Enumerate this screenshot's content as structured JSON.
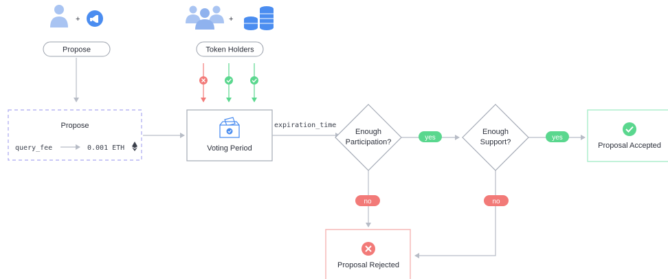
{
  "actors": {
    "proposer_pill": "Propose",
    "token_holders_pill": "Token Holders"
  },
  "nodes": {
    "propose_box": {
      "title": "Propose",
      "fee_label": "query_fee",
      "fee_value": "0.001 ETH"
    },
    "voting_period": "Voting Period",
    "expiration_label": "expiration_time",
    "participation_check": [
      "Enough",
      "Participation?"
    ],
    "support_check": [
      "Enough",
      "Support?"
    ],
    "accepted": "Proposal Accepted",
    "rejected": "Proposal Rejected"
  },
  "edge_labels": {
    "yes_1": "yes",
    "yes_2": "yes",
    "no_1": "no",
    "no_2": "no"
  },
  "colors": {
    "line": "#b7bcc6",
    "accent_blue": "#4b8df0",
    "accent_light_blue": "#a9c4f2",
    "green": "#5ad78e",
    "red": "#f27a78",
    "dashed_border": "#a9a7f0",
    "accepted_border": "#a8ecc9",
    "rejected_border": "#f5b3b2"
  },
  "icons": [
    "user-icon",
    "megaphone-icon",
    "users-group-icon",
    "coin-stack-icon",
    "ballot-box-icon",
    "check-circle-icon",
    "x-circle-icon",
    "ethereum-icon"
  ]
}
